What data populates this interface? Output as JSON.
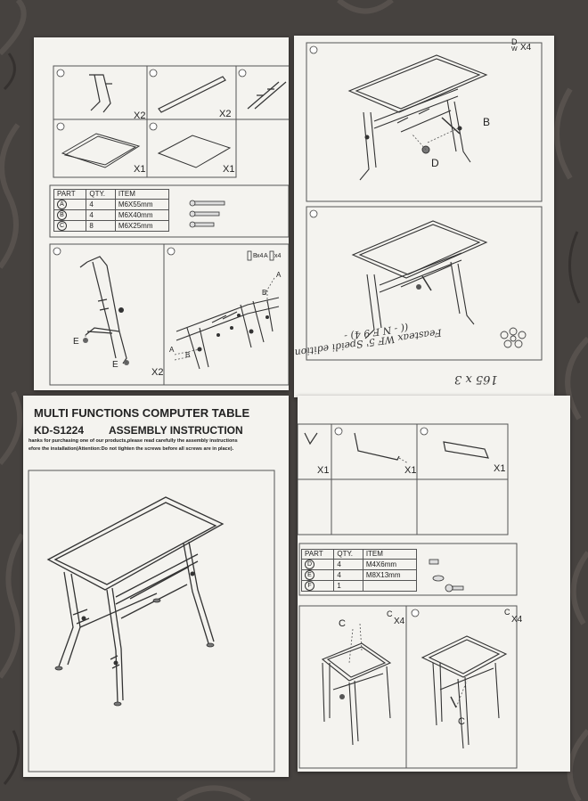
{
  "sheet_tl": {
    "step_counts": {
      "legs": "X2",
      "bar": "X2",
      "glass_large": "X1",
      "glass_small": "X1"
    },
    "table": {
      "headers": [
        "PART",
        "QTY.",
        "ITEM"
      ],
      "rows": [
        {
          "part": "A",
          "qty": "4",
          "item": "M6X55mm"
        },
        {
          "part": "B",
          "qty": "4",
          "item": "M6X40mm"
        },
        {
          "part": "C",
          "qty": "8",
          "item": "M6X25mm"
        }
      ]
    },
    "step1": {
      "foot_label_1": "E",
      "foot_label_2": "E",
      "count": "X2"
    },
    "step2": {
      "label_a1": "A",
      "label_a2": "A",
      "label_b1": "B",
      "label_b2": "B",
      "label_a3": "A",
      "label_b3": "B",
      "x4_1": "x4",
      "x4_2": "x4"
    }
  },
  "sheet_tr": {
    "top_badge": "D",
    "top_badge_sub": "W",
    "top_x4": "X4",
    "step5_label_b": "B",
    "step5_label_d": "D",
    "handwriting_1": "Feasteax WF 5' Speidi edition",
    "handwriting_2": "(( - N F 9 4) -",
    "handwriting_3": "165 x 3"
  },
  "sheet_bl": {
    "title": "MULTI FUNCTIONS COMPUTER TABLE",
    "model": "KD-S1224",
    "subtitle": "ASSEMBLY INSTRUCTION",
    "note_line_1": "hanks for purchasing one of our products,please read carefully the assembly instructions",
    "note_line_2": "efore the installation(Attention:Do not tighten the screws before all screws are in place)."
  },
  "sheet_br": {
    "counts": {
      "a": "X1",
      "b": "X1",
      "c": "X1"
    },
    "table": {
      "headers": [
        "PART",
        "QTY.",
        "ITEM"
      ],
      "rows": [
        {
          "part": "D",
          "qty": "4",
          "item": "M4X6mm"
        },
        {
          "part": "E",
          "qty": "4",
          "item": "M8X13mm"
        },
        {
          "part": "F",
          "qty": "1",
          "item": ""
        }
      ]
    },
    "step3": {
      "label_c": "C",
      "x4": "X4",
      "badge": "C"
    },
    "step4": {
      "label_c": "C",
      "x4": "X4",
      "badge": "C"
    }
  }
}
